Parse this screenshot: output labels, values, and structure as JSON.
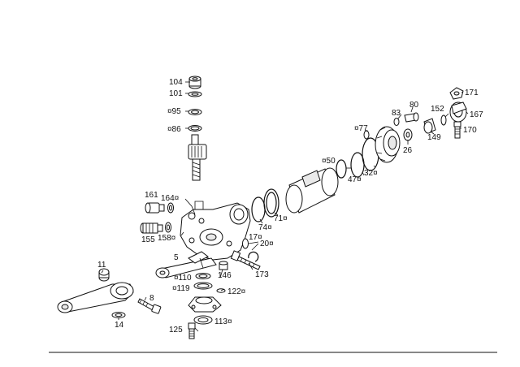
{
  "diagram": {
    "callouts": {
      "p104": "104",
      "p101": "101",
      "p95": "¤95",
      "p86": "¤86",
      "p161": "161",
      "p164": "164¤",
      "p155": "155",
      "p158": "158¤",
      "p11": "11",
      "p5": "5",
      "p110": "¤110",
      "p119": "¤119",
      "p146": "146",
      "p122": "122¤",
      "p8": "8",
      "p14": "14",
      "p125": "125",
      "p113": "113¤",
      "p173": "173",
      "p20": "20¤",
      "p17": "17¤",
      "p74": "74¤",
      "p71": "71¤",
      "p50": "¤50",
      "p47": "47¤",
      "p32": "32¤",
      "p77": "¤77",
      "p83": "83",
      "p80": "80",
      "p26": "26",
      "p149": "149",
      "p152": "152",
      "p171": "171",
      "p167": "167",
      "p170": "170"
    }
  }
}
